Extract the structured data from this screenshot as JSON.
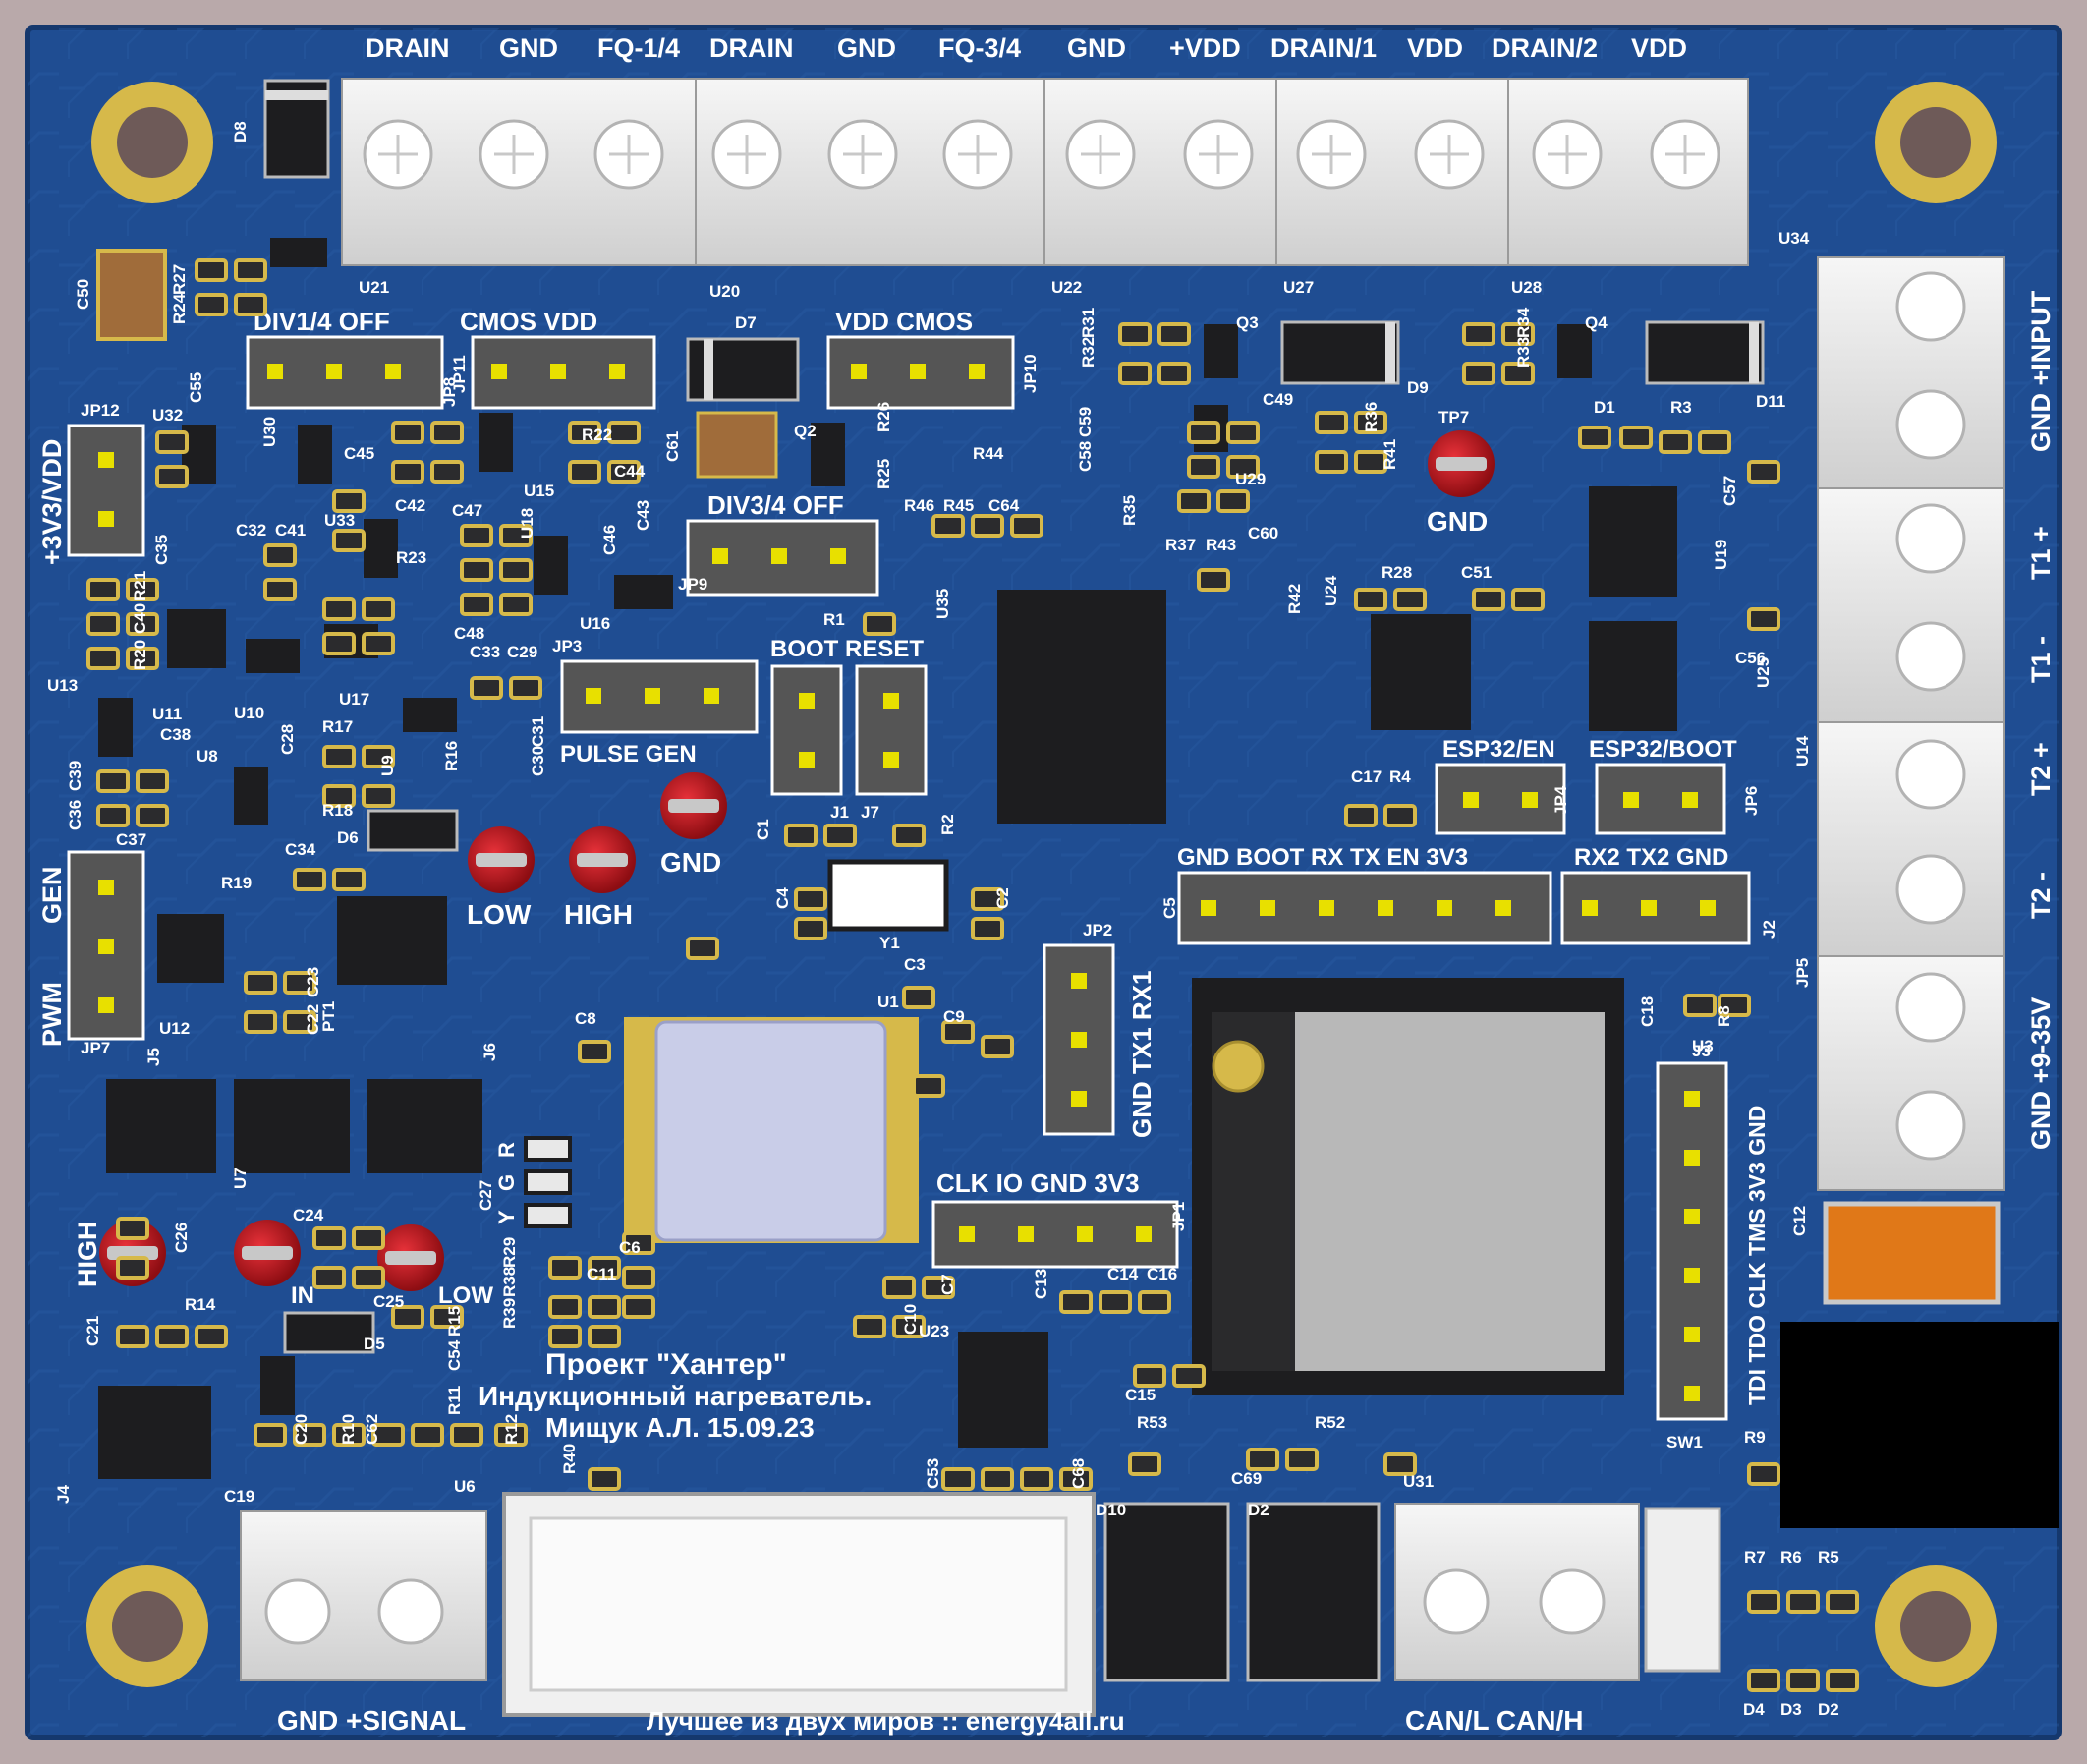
{
  "colors": {
    "background": "#b9a9aa",
    "board": "#1f4d92",
    "board_edge": "#15386d",
    "trace": "#2a5ea6",
    "silkscreen": "#ffffff",
    "pad_gold": "#d6b94a",
    "chip_black": "#1d1d1f",
    "terminal_white": "#ececec",
    "mcu_silver": "#c9cde8",
    "test_point_red": "#c4161c",
    "capacitor_tan": "#a06c3a",
    "capacitor_orange": "#e07818",
    "header_gray": "#555555",
    "pin_yellow": "#e8e000"
  },
  "top_terminal_labels": [
    "DRAIN",
    "GND",
    "FQ-1/4",
    "DRAIN",
    "GND",
    "FQ-3/4",
    "GND",
    "+VDD",
    "DRAIN/1",
    "VDD",
    "DRAIN/2",
    "VDD"
  ],
  "right_terminal_labels": [
    "GND +INPUT",
    "T1 +",
    "T1 -",
    "T2 +",
    "T2 -",
    "GND +9-35V"
  ],
  "bottom_labels": {
    "signal": "GND  +SIGNAL",
    "can": "CAN/L  CAN/H",
    "site": "Лучшее из двух миров :: energy4all.ru"
  },
  "project_text": {
    "line1": "Проект \"Хантер\"",
    "line2": "Индукционный нагреватель.",
    "line3": "Мищук А.Л. 15.09.23"
  },
  "jumper_labels": {
    "div14": "DIV1/4 OFF",
    "cmos_vdd_left": "CMOS      VDD",
    "vdd_cmos_right": "VDD    CMOS",
    "div34": "DIV3/4 OFF",
    "pulse_gen": "PULSE      GEN",
    "boot_reset": "BOOT RESET",
    "esp32_en": "ESP32/EN",
    "esp32_boot": "ESP32/BOOT",
    "j2_row": "GND BOOT RX   TX    EN   3V3",
    "jp5_row": "RX2 TX2 GND",
    "jp1_row": "CLK IO GND 3V3",
    "jp2_col": "GND TX1 RX1",
    "j3_col": "TDI TDO CLK TMS 3V3 GND",
    "left_3v3": "+3V3/VDD",
    "gen": "GEN",
    "pwm": "PWM"
  },
  "test_points": [
    {
      "name": "GND",
      "id": "TP7"
    },
    {
      "name": "GND",
      "id": "TP4"
    },
    {
      "name": "LOW",
      "id": "TP5"
    },
    {
      "name": "HIGH",
      "id": "TP6"
    },
    {
      "name": "HIGH",
      "id": "TP2"
    },
    {
      "name": "IN",
      "id": "TP1"
    },
    {
      "name": "LOW",
      "id": "TP3"
    }
  ],
  "led_labels": [
    "R",
    "G",
    "Y"
  ],
  "ref_designators": [
    "D8",
    "U21",
    "U20",
    "U22",
    "U27",
    "U28",
    "U34",
    "C50",
    "R27",
    "R24",
    "JP11",
    "D7",
    "JP10",
    "Q3",
    "R32",
    "R31",
    "D9",
    "R34",
    "R33",
    "Q4",
    "D11",
    "JP12",
    "U32",
    "C55",
    "U30",
    "JP8",
    "C45",
    "C61",
    "R22",
    "C44",
    "Q2",
    "R26",
    "R25",
    "C59",
    "C58",
    "R36",
    "R41",
    "C49",
    "D1",
    "R3",
    "C57",
    "U15",
    "C42",
    "C47",
    "U33",
    "R23",
    "U18",
    "C46",
    "C43",
    "C48",
    "U16",
    "JP9",
    "R44",
    "R46",
    "R45",
    "C64",
    "R35",
    "R37",
    "R43",
    "C60",
    "U29",
    "C35",
    "C32",
    "C41",
    "R21",
    "C40",
    "R20",
    "U13",
    "U11",
    "C38",
    "U10",
    "U17",
    "C33",
    "C29",
    "JP3",
    "R1",
    "U35",
    "R28",
    "C51",
    "U24",
    "U19",
    "R42",
    "C36",
    "C39",
    "C37",
    "U8",
    "R17",
    "R18",
    "C28",
    "U9",
    "R16",
    "C30",
    "C31",
    "D6",
    "J1",
    "J7",
    "R2",
    "C1",
    "C17",
    "R4",
    "JP4",
    "JP6",
    "C56",
    "U25",
    "U14",
    "R19",
    "C34",
    "C4",
    "C2",
    "Y1",
    "C5",
    "J2",
    "JP5",
    "U3",
    "JP2",
    "C18",
    "R8",
    "J3",
    "JP7",
    "U12",
    "C22",
    "C23",
    "PT1",
    "J5",
    "J6",
    "U7",
    "C3",
    "C8",
    "C9",
    "U1",
    "C26",
    "C24",
    "C27",
    "R29",
    "R38",
    "R39",
    "C6",
    "C11",
    "C7",
    "C10",
    "C13",
    "C14",
    "C16",
    "C15",
    "JP1",
    "C12",
    "C21",
    "R14",
    "C25",
    "R15",
    "C54",
    "R11",
    "D5",
    "C20",
    "C19",
    "R10",
    "C62",
    "R12",
    "U6",
    "J4",
    "R40",
    "U23",
    "C53",
    "C68",
    "R53",
    "C69",
    "R52",
    "D10",
    "D2",
    "U31",
    "SW1",
    "R9",
    "R7",
    "R6",
    "R5",
    "D4",
    "D3",
    "D2"
  ]
}
